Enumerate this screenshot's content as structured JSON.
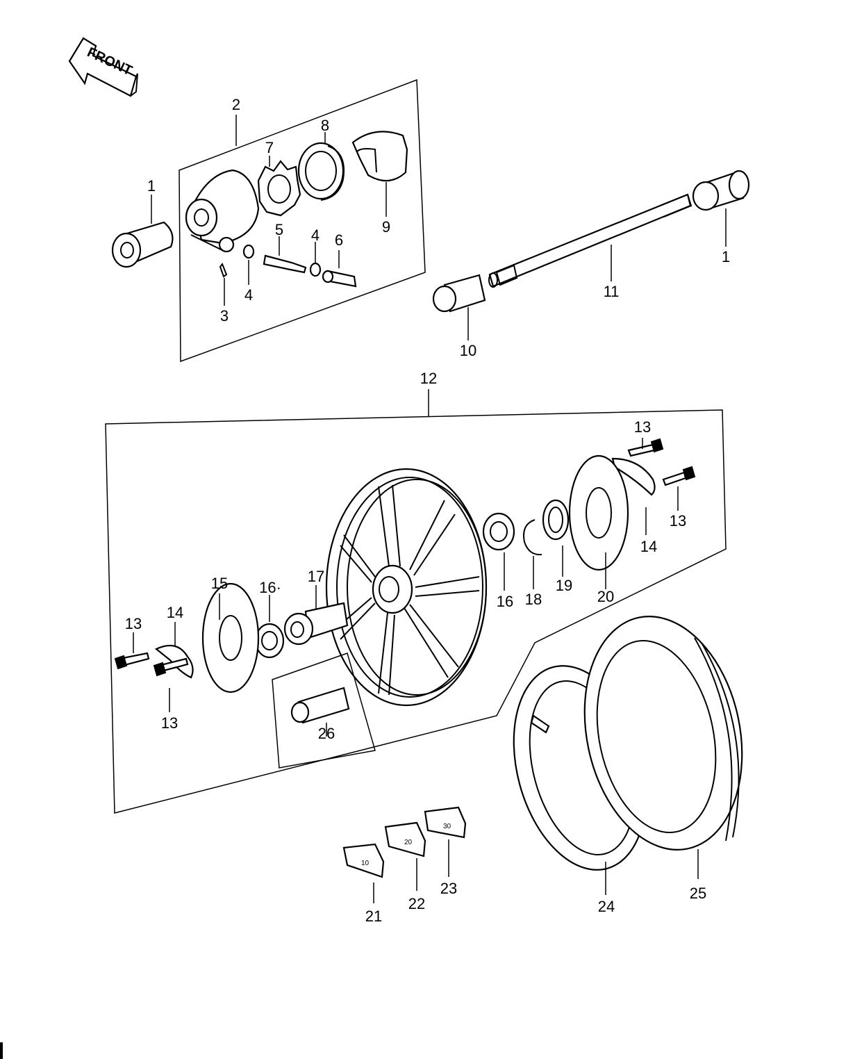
{
  "front_arrow": {
    "label": "FRONT"
  },
  "callouts": {
    "c1a": "1",
    "c1b": "1",
    "c2": "2",
    "c3": "3",
    "c4a": "4",
    "c4b": "4",
    "c5": "5",
    "c6": "6",
    "c7": "7",
    "c8": "8",
    "c9": "9",
    "c10": "10",
    "c11": "11",
    "c12": "12",
    "c13a": "13",
    "c13b": "13",
    "c13c": "13",
    "c13d": "13",
    "c14a": "14",
    "c14b": "14",
    "c15": "15",
    "c16a": "16",
    "c16b": "16·",
    "c17": "17",
    "c18": "18",
    "c19": "19",
    "c20": "20",
    "c21": "21",
    "c22": "22",
    "c23": "23",
    "c24": "24",
    "c25": "25",
    "c26": "26"
  },
  "balance_weights": {
    "w10": "10",
    "w20": "20",
    "w30": "30"
  }
}
